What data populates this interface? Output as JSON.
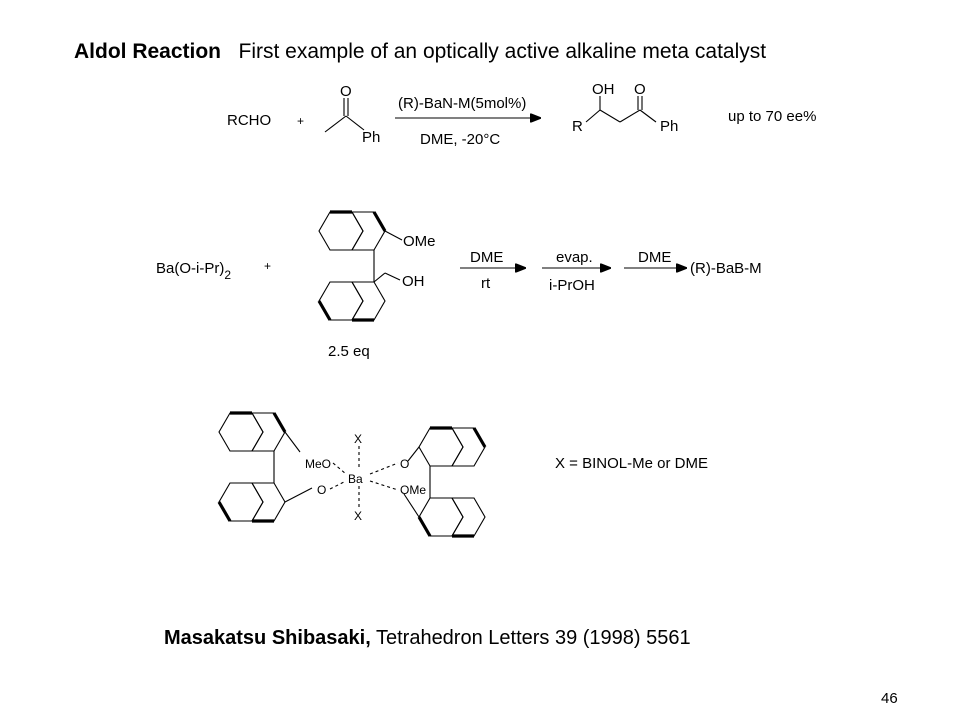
{
  "title": {
    "bold": "Aldol Reaction",
    "text": "First example of an optically active alkaline meta catalyst"
  },
  "scheme1": {
    "reactant1": "RCHO",
    "plus": "+",
    "ketone_o": "O",
    "ketone_ph": "Ph",
    "reagent_above": "(R)-BaN-M(5mol%)",
    "reagent_below": "DME, -20°C",
    "product_oh": "OH",
    "product_o": "O",
    "product_r": "R",
    "product_ph": "Ph",
    "note": "up to 70 ee%"
  },
  "scheme2": {
    "reactant1_main": "Ba(O-i-Pr)",
    "reactant1_sub": "2",
    "plus": "+",
    "ome": "OMe",
    "oh": "OH",
    "equiv": "2.5 eq",
    "step1_above": "DME",
    "step1_below": "rt",
    "step2_above": "evap.",
    "step2_below": "i-PrOH",
    "step3_above": "DME",
    "product": "(R)-BaB-M"
  },
  "scheme3": {
    "meo": "MeO",
    "o_left": "O",
    "ba": "Ba",
    "x_top": "X",
    "x_bottom": "X",
    "o_right": "O",
    "ome_right": "OMe",
    "legend": "X = BINOL-Me or DME"
  },
  "citation": {
    "author": "Masakatsu Shibasaki,",
    "ref": " Tetrahedron Letters 39 (1998) 5561"
  },
  "page_number": "46",
  "icons": [
    "reaction-arrow-icon"
  ]
}
